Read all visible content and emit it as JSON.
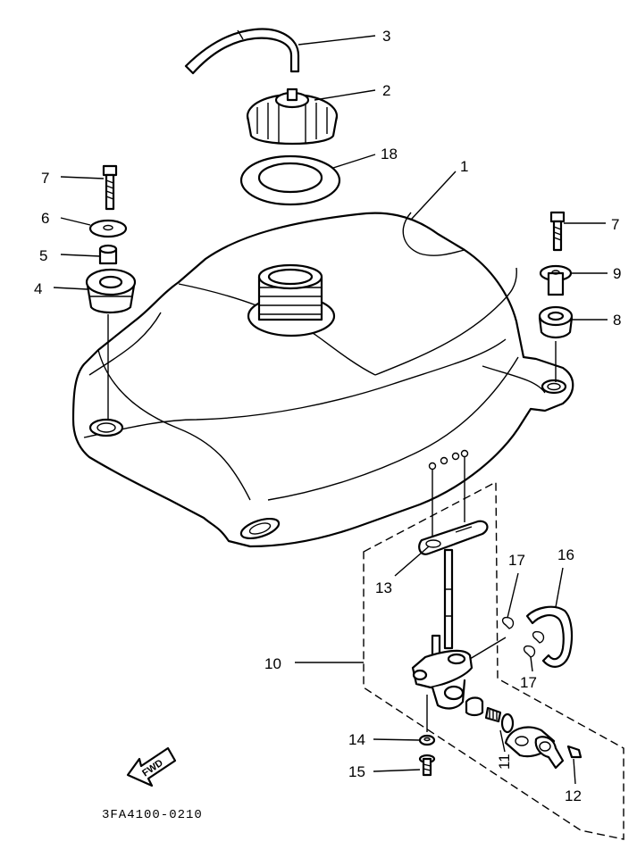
{
  "part_labels": {
    "p1": "1",
    "p2": "2",
    "p3": "3",
    "p4": "4",
    "p5": "5",
    "p6": "6",
    "p7_left": "7",
    "p7_right": "7",
    "p8": "8",
    "p9": "9",
    "p10": "10",
    "p11": "11",
    "p12": "12",
    "p13": "13",
    "p14": "14",
    "p15": "15",
    "p16": "16",
    "p17_top": "17",
    "p17_bottom": "17",
    "p18": "18"
  },
  "fwd_label": "FWD",
  "drawing_code": "3FA4100-0210"
}
